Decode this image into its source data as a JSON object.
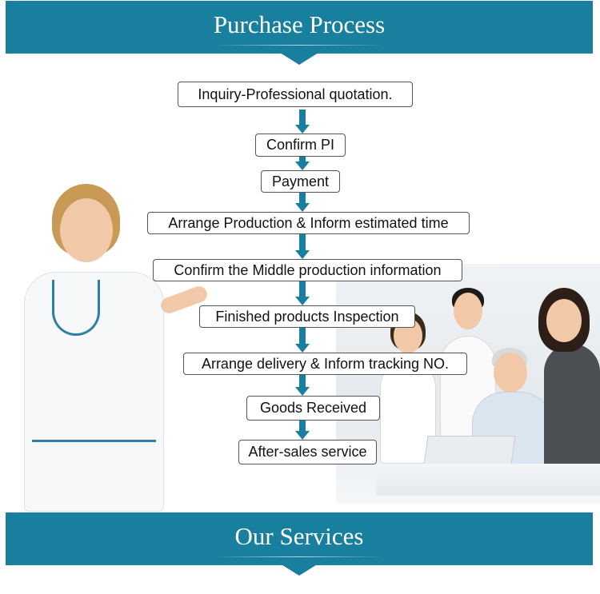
{
  "headers": {
    "top": "Purchase Process",
    "bottom": "Our Services"
  },
  "steps": [
    "Inquiry-Professional quotation.",
    "Confirm PI",
    "Payment",
    "Arrange Production & Inform estimated time",
    "Confirm the Middle production information",
    "Finished products Inspection",
    "Arrange delivery & Inform tracking NO.",
    "Goods Received",
    "After-sales service"
  ],
  "colors": {
    "accent": "#187f9e",
    "box_border": "#555555"
  }
}
